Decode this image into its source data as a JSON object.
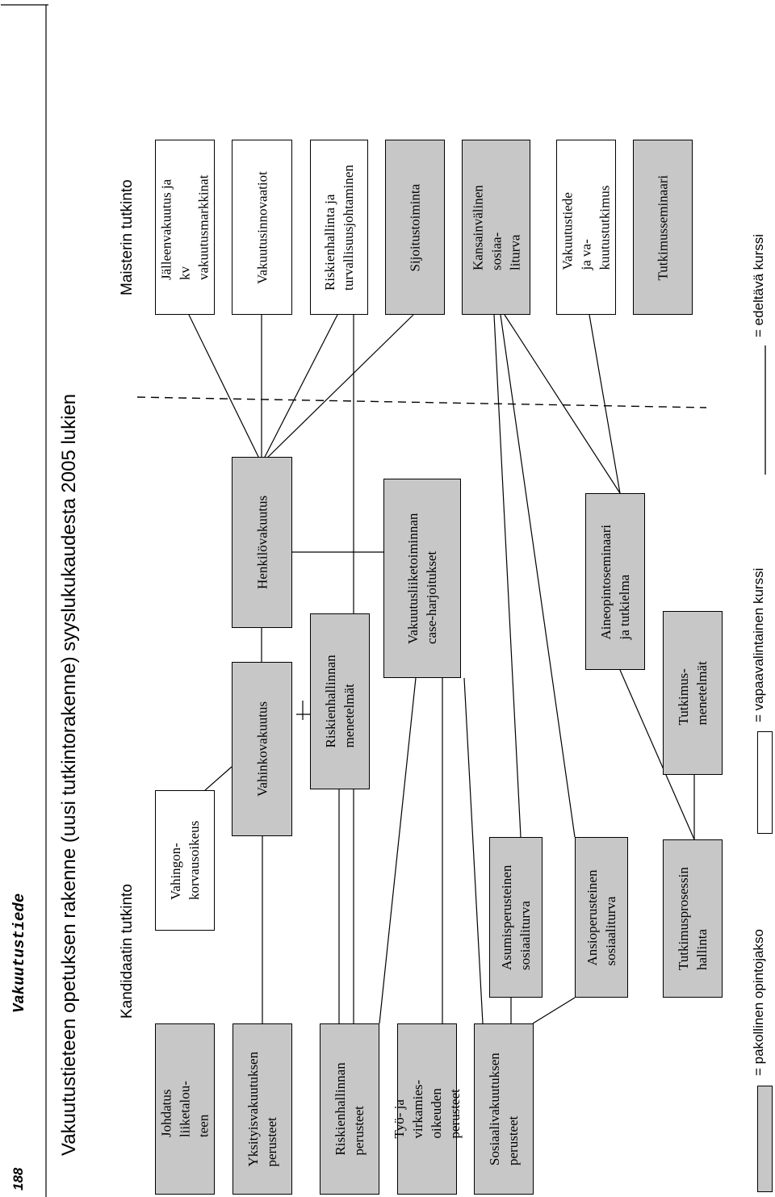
{
  "header": {
    "page_number": "188",
    "journal": "Vakuutustiede",
    "title": "Vakuutustieteen opetuksen rakenne (uusi tutkintorakenne) syyslukukaudesta 2005 lukien",
    "bachelor_label": "Kandidaatin tutkinto",
    "master_label": "Maisterin tutkinto"
  },
  "legend": {
    "required": "= pakollinen opintojakso",
    "optional": "= vapaavalintainen kurssi",
    "prerequisite": "= edeltävä kurssi"
  },
  "courses": {
    "johdatus": {
      "label": "Johdatus liiketalou-\nteen",
      "type": "required"
    },
    "yksityis": {
      "label": "Yksityisvakuutuksen\nperusteet",
      "type": "required"
    },
    "riskperust": {
      "label": "Riskienhallinnan\nperusteet",
      "type": "required"
    },
    "tyo": {
      "label": "Työ- ja virkamies-\noikeuden perusteet",
      "type": "required"
    },
    "sosiaali": {
      "label": "Sosiaalivakuutuksen\nperusteet",
      "type": "required"
    },
    "vahingonkorv": {
      "label": "Vahingon-\nkorvausoikeus",
      "type": "optional"
    },
    "vahinko": {
      "label": "Vahinkovakuutus",
      "type": "required"
    },
    "henkilo": {
      "label": "Henkilövakuutus",
      "type": "required"
    },
    "riskmenet": {
      "label": "Riskienhallinnan\nmenetelmät",
      "type": "required"
    },
    "case": {
      "label": "Vakuutusliiketoiminnan\ncase-harjoitukset",
      "type": "required"
    },
    "asumis": {
      "label": "Asumisperusteinen\nsosiaaliturva",
      "type": "required"
    },
    "ansio": {
      "label": "Ansioperusteinen\nsosiaaliturva",
      "type": "required"
    },
    "aine": {
      "label": "Aineopintoseminaari\nja tutkielma",
      "type": "required"
    },
    "tutkprosessi": {
      "label": "Tutkimusprosessin\nhallinta",
      "type": "required"
    },
    "tutkmenet": {
      "label": "Tutkimus-\nmenetelmät",
      "type": "required"
    },
    "jalleen": {
      "label": "Jälleenvakuutus ja kv\nvakuutusmarkkinat",
      "type": "optional"
    },
    "innovaatiot": {
      "label": "Vakuutusinnovaatiot",
      "type": "optional"
    },
    "turvallisuus": {
      "label": "Riskienhallinta ja\nturvallisuusjohtaminen",
      "type": "optional"
    },
    "sijoitus": {
      "label": "Sijoitustoiminta",
      "type": "required"
    },
    "kansain": {
      "label": "Kansainvälinen sosiaa-\nliturva",
      "type": "required"
    },
    "vakuutustiede": {
      "label": "Vakuutustiede ja va-\nkuutustutkimus",
      "type": "optional"
    },
    "seminaari": {
      "label": "Tutkimusseminaari",
      "type": "required"
    }
  },
  "colors": {
    "required_fill": "#c7c7c7",
    "optional_fill": "#ffffff",
    "line": "#000000"
  }
}
